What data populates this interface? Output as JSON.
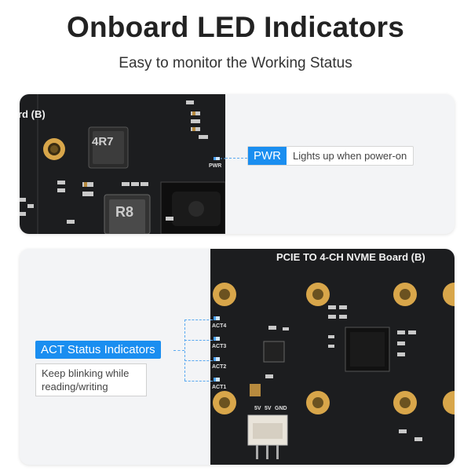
{
  "header": {
    "title": "Onboard LED Indicators",
    "subtitle": "Easy to monitor the Working Status"
  },
  "card_pwr": {
    "board_label": "rd (B)",
    "inductor_top": "4R7",
    "inductor_bottom": "R8",
    "led_silk": "PWR",
    "tag_label": "PWR",
    "tag_description": "Lights up when power-on"
  },
  "card_act": {
    "board_label": "PCIE TO 4-CH NVME Board (B)",
    "led_silk": [
      "ACT4",
      "ACT3",
      "ACT2",
      "ACT1"
    ],
    "connector_silk": [
      "5V",
      "5V",
      "GND"
    ],
    "tag_label": "ACT Status Indicators",
    "tag_description": "Keep blinking while reading/writing"
  },
  "colors": {
    "accent_blue": "#1a8ef0",
    "pcb": "#1c1d1f",
    "pad_gold": "#d8a64a",
    "card_bg": "#f3f4f6",
    "title": "#222222"
  },
  "icons": {
    "led": "led-indicator-icon",
    "mount_hole": "mounting-hole-icon"
  }
}
